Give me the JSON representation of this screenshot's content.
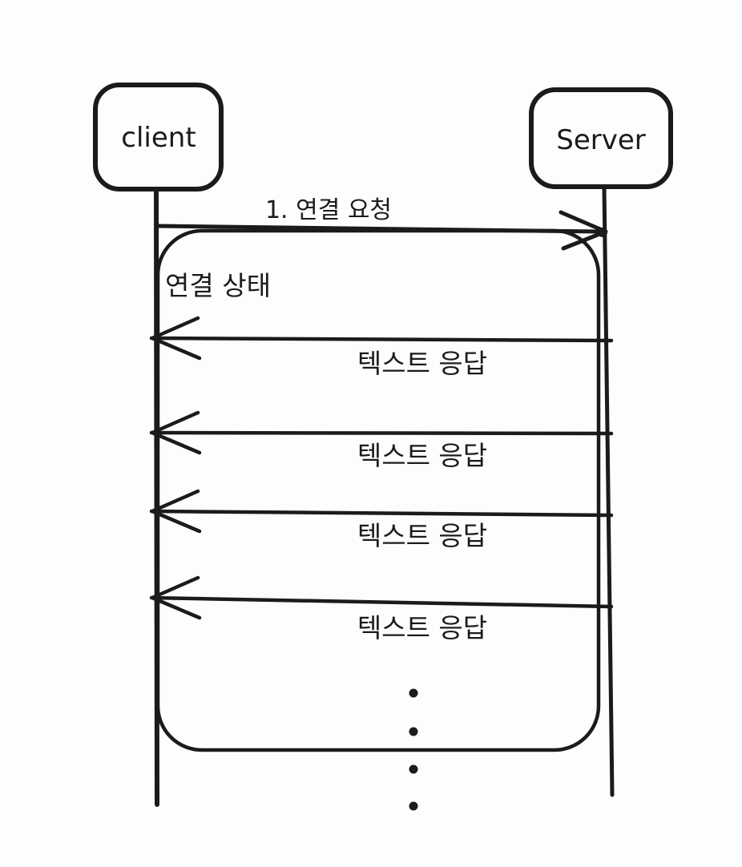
{
  "diagram": {
    "type": "sequence-diagram",
    "style": "hand-drawn",
    "colors": {
      "stroke": "#1b1b1b",
      "background": "#fdfdfd"
    },
    "actors": [
      {
        "id": "client",
        "label": "client"
      },
      {
        "id": "server",
        "label": "Server"
      }
    ],
    "messages": [
      {
        "from": "client",
        "to": "server",
        "direction": "right",
        "label": "1. 연결 요청",
        "arrow_tip": "open-v-with-dot"
      },
      {
        "from": "server",
        "to": "client",
        "direction": "left",
        "label": "텍스트 응답",
        "arrow_tip": "open-v"
      },
      {
        "from": "server",
        "to": "client",
        "direction": "left",
        "label": "텍스트 응답",
        "arrow_tip": "open-v"
      },
      {
        "from": "server",
        "to": "client",
        "direction": "left",
        "label": "텍스트 응답",
        "arrow_tip": "open-v"
      },
      {
        "from": "server",
        "to": "client",
        "direction": "left",
        "label": "텍스트 응답",
        "arrow_tip": "open-v"
      }
    ],
    "state_box": {
      "label": "연결 상태"
    },
    "ellipsis_dots": 4
  }
}
